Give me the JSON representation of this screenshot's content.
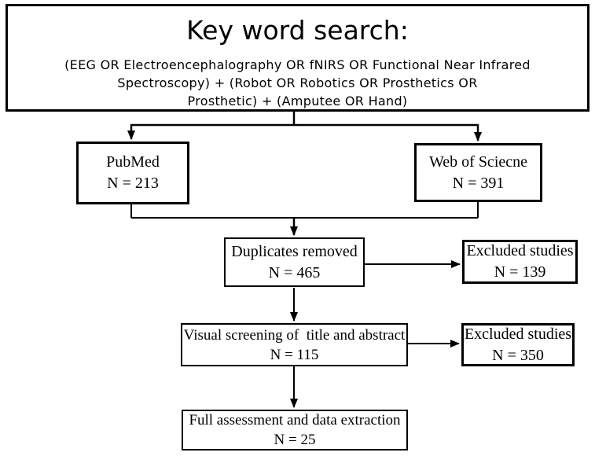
{
  "diagram": {
    "type": "flowchart",
    "colors": {
      "line": "#000000",
      "box_border": "#000000",
      "background": "#ffffff",
      "text": "#000000"
    },
    "keyword_box": {
      "title": "Key word search:",
      "line1": "(EEG OR Electroencephalography OR fNIRS OR Functional Near Infrared",
      "line2": "Spectroscopy) + (Robot OR Robotics OR Prosthetics OR",
      "line3": "Prosthetic) + (Amputee OR Hand)"
    },
    "nodes": {
      "pubmed": {
        "label": "PubMed",
        "count": "N = 213"
      },
      "web_of_science": {
        "label": "Web of Sciecne",
        "count": "N = 391"
      },
      "duplicates_removed": {
        "label": "Duplicates removed",
        "count": "N = 465"
      },
      "excluded_after_duplicates": {
        "label": "Excluded studies",
        "count": "N = 139"
      },
      "visual_screening": {
        "label": "Visual screening of  title and abstract",
        "count": "N = 115"
      },
      "excluded_after_screening": {
        "label": "Excluded studies",
        "count": "N = 350"
      },
      "full_assessment": {
        "label": "Full assessment and data extraction",
        "count": "N = 25"
      }
    }
  }
}
